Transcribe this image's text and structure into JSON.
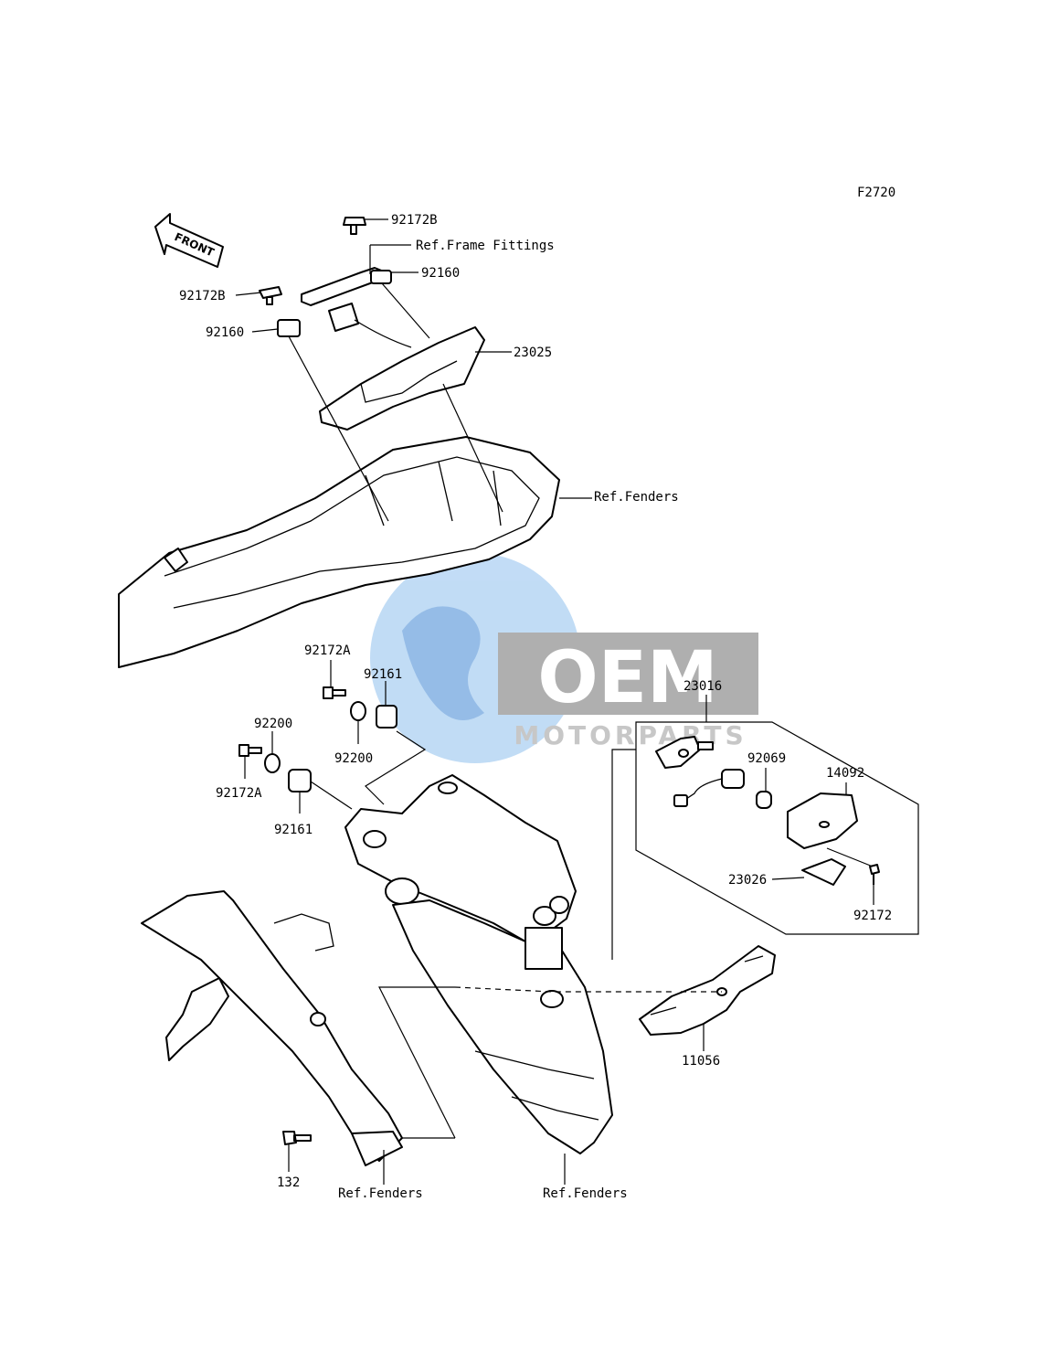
{
  "figure_code": "F2720",
  "front_arrow_text": "FRONT",
  "watermark": {
    "brand": "OEM",
    "sub": "MOTORPARTS",
    "color": "#5aa0e0"
  },
  "callouts": {
    "p92172B_top": "92172B",
    "ref_frame_fittings": "Ref.Frame Fittings",
    "p92160_right": "92160",
    "p92172B_left": "92172B",
    "p92160_left": "92160",
    "p23025": "23025",
    "ref_fenders_top": "Ref.Fenders",
    "p92172A_top": "92172A",
    "p92161_top": "92161",
    "p92200_left": "92200",
    "p92200_right": "92200",
    "p92172A_left": "92172A",
    "p92161_bottom": "92161",
    "p23016": "23016",
    "p92069": "92069",
    "p14092": "14092",
    "p23026": "23026",
    "p92172": "92172",
    "p11056": "11056",
    "p132": "132",
    "ref_fenders_left": "Ref.Fenders",
    "ref_fenders_right": "Ref.Fenders"
  }
}
